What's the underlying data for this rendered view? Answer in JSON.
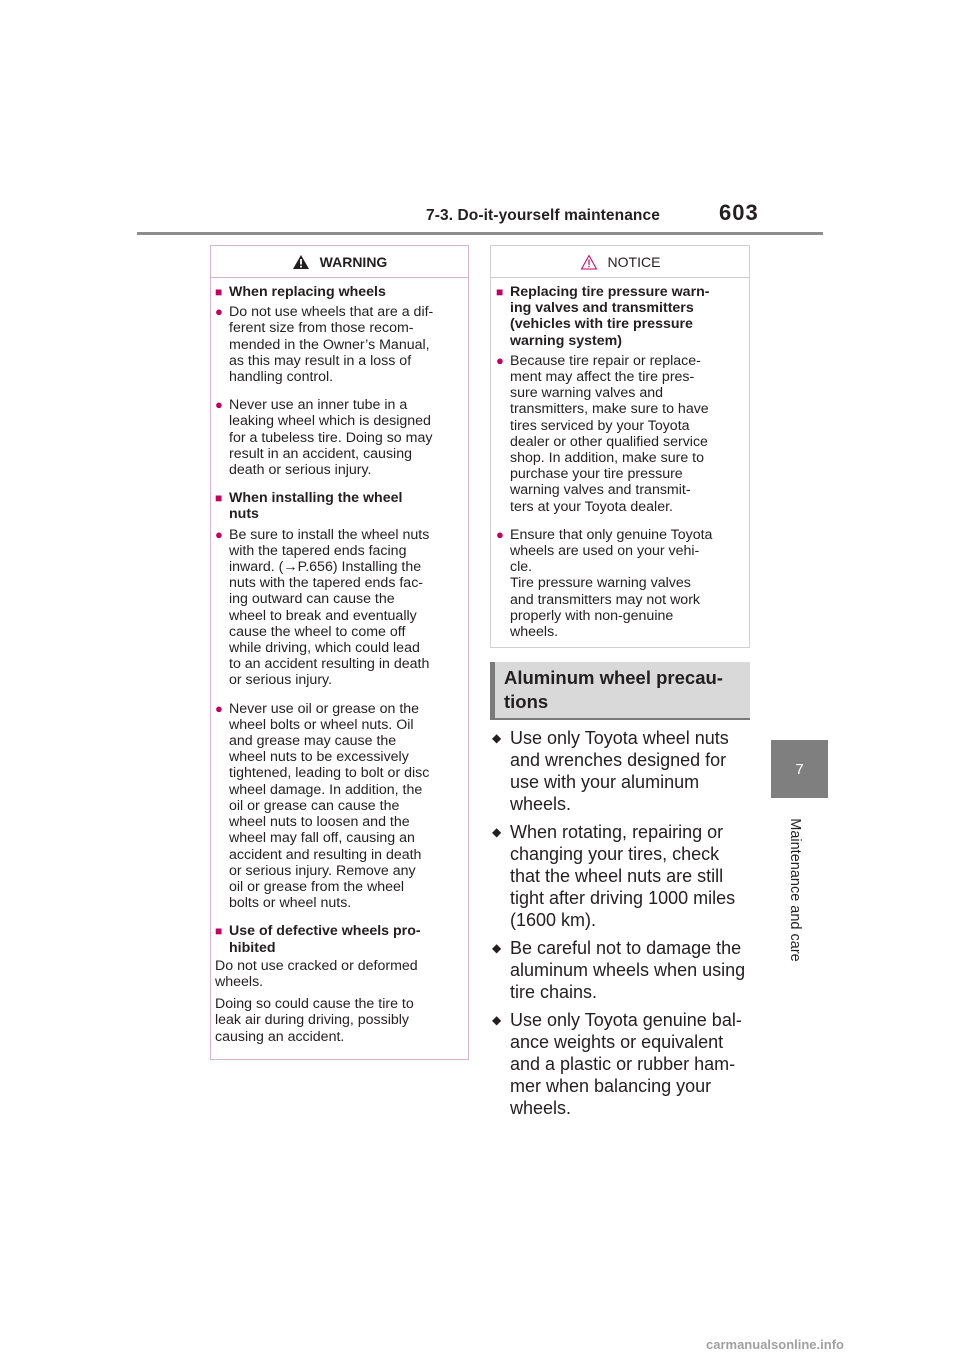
{
  "header": {
    "section": "7-3. Do-it-yourself maintenance",
    "page_number": "603"
  },
  "side_tab": {
    "number": "7",
    "label": "Maintenance and care"
  },
  "warning": {
    "title": "WARNING",
    "blocks": [
      {
        "type": "heading",
        "text": "When replacing wheels"
      },
      {
        "type": "bullet",
        "text": "Do not use wheels that are a dif-\nferent size from those recom-\nmended in the Owner’s Manual,\nas this may result in a loss of\nhandling control."
      },
      {
        "type": "bullet",
        "text": "Never use an inner tube in a\nleaking wheel which is designed\nfor a tubeless tire. Doing so may\nresult in an accident, causing\ndeath or serious injury."
      },
      {
        "type": "heading",
        "text": "When installing the wheel\nnuts"
      },
      {
        "type": "bullet",
        "text": "Be sure to install the wheel nuts\nwith the tapered ends facing\ninward. (→P.656) Installing the\nnuts with the tapered ends fac-\ning outward can cause the\nwheel to break and eventually\ncause the wheel to come off\nwhile driving, which could lead\nto an accident resulting in death\nor serious injury."
      },
      {
        "type": "bullet",
        "text": "Never use oil or grease on the\nwheel bolts or wheel nuts. Oil\nand grease may cause the\nwheel nuts to be excessively\ntightened, leading to bolt or disc\nwheel damage. In addition, the\noil or grease can cause the\nwheel nuts to loosen and the\nwheel may fall off, causing an\naccident and resulting in death\nor serious injury. Remove any\noil or grease from the wheel\nbolts or wheel nuts."
      },
      {
        "type": "heading",
        "text": "Use of defective wheels pro-\nhibited"
      },
      {
        "type": "plain",
        "text": "Do not use cracked or deformed\nwheels."
      },
      {
        "type": "plain",
        "text": "Doing so could cause the tire to\nleak air during driving, possibly\ncausing an accident."
      }
    ]
  },
  "notice": {
    "title": "NOTICE",
    "blocks": [
      {
        "type": "heading",
        "text": "Replacing tire pressure warn-\ning valves and transmitters\n(vehicles with tire pressure\nwarning system)"
      },
      {
        "type": "bullet",
        "text": "Because tire repair or replace-\nment may affect the tire pres-\nsure warning valves and\ntransmitters, make sure to have\ntires serviced by your Toyota\ndealer or other qualified service\nshop. In addition, make sure to\npurchase your tire pressure\nwarning valves and transmit-\nters at your Toyota dealer."
      },
      {
        "type": "bullet",
        "text": "Ensure that only genuine Toyota\nwheels are used on your vehi-\ncle.\nTire pressure warning valves\nand transmitters may not work\nproperly with non-genuine\nwheels."
      }
    ]
  },
  "section_title": "Aluminum wheel precau-\ntions",
  "bullets": [
    "Use only Toyota wheel nuts\nand wrenches designed for\nuse with your aluminum\nwheels.",
    "When rotating, repairing or\nchanging your tires, check\nthat the wheel nuts are still\ntight after driving 1000 miles\n(1600 km).",
    "Be careful not to damage the\naluminum wheels when using\ntire chains.",
    "Use only Toyota genuine bal-\nance weights or equivalent\nand a plastic or rubber ham-\nmer when balancing your\nwheels."
  ],
  "watermark": "carmanualsonline.info",
  "icons": {
    "warning": "warning-triangle-icon",
    "notice": "notice-triangle-icon",
    "bullet": "diamond-bullet-icon"
  }
}
